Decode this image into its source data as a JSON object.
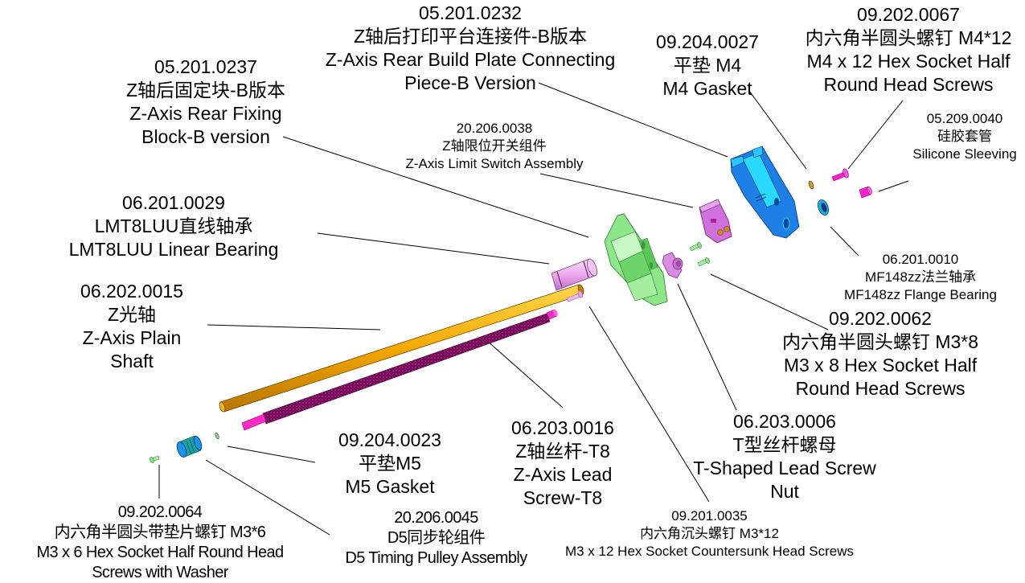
{
  "diagram_title": "",
  "colors": {
    "fixing_block": "#1e7fe6",
    "fixing_block_light": "#29d9ff",
    "connecting_piece": "#8ee68a",
    "limit_switch": "#d070dc",
    "bearing": "#eea8f0",
    "plain_shaft": "#f5a800",
    "lead_screw": "#7a0f5c",
    "lead_screw_tip": "#ff2ac8",
    "screw_magenta": "#ff1fd0",
    "screw_green": "#a8f0a8",
    "flange_bearing": "#22a8e0",
    "pulley": "#1e90e6",
    "gasket": "#c89020",
    "leader_line": "#000000"
  },
  "parts": [
    {
      "id": "p1",
      "code": "05.201.0232",
      "zh": "Z轴后打印平台连接件-B版本",
      "en": [
        "Z-Axis Rear Build Plate Connecting",
        "Piece-B Version"
      ]
    },
    {
      "id": "p2",
      "code": "09.204.0027",
      "zh": "平垫 M4",
      "en": [
        "M4 Gasket"
      ]
    },
    {
      "id": "p3",
      "code": "09.202.0067",
      "zh": "内六角半圆头螺钉 M4*12",
      "en": [
        "M4 x 12 Hex Socket Half",
        "Round Head Screws"
      ]
    },
    {
      "id": "p4",
      "code": "05.201.0237",
      "zh": "Z轴后固定块-B版本",
      "en": [
        "Z-Axis Rear Fixing",
        "Block-B version"
      ]
    },
    {
      "id": "p5",
      "code": "20.206.0038",
      "zh": "Z轴限位开关组件",
      "en": [
        "Z-Axis Limit Switch Assembly"
      ]
    },
    {
      "id": "p6",
      "code": "05.209.0040",
      "zh": "硅胶套管",
      "en": [
        "Silicone Sleeving"
      ]
    },
    {
      "id": "p7",
      "code": "06.201.0029",
      "zh": "LMT8LUU直线轴承",
      "en": [
        "LMT8LUU Linear Bearing"
      ]
    },
    {
      "id": "p8",
      "code": "06.201.0010",
      "zh": "MF148zz法兰轴承",
      "en": [
        "MF148zz Flange Bearing"
      ]
    },
    {
      "id": "p9",
      "code": "06.202.0015",
      "zh": "Z光轴",
      "en": [
        "Z-Axis Plain",
        "Shaft"
      ]
    },
    {
      "id": "p10",
      "code": "09.202.0062",
      "zh": "内六角半圆头螺钉 M3*8",
      "en": [
        "M3 x 8 Hex Socket Half",
        "Round Head Screws"
      ]
    },
    {
      "id": "p11",
      "code": "06.203.0016",
      "zh": "Z轴丝杆-T8",
      "en": [
        "Z-Axis Lead",
        "Screw-T8"
      ]
    },
    {
      "id": "p12",
      "code": "06.203.0006",
      "zh": "T型丝杆螺母",
      "en": [
        "T-Shaped Lead Screw",
        "Nut"
      ]
    },
    {
      "id": "p13",
      "code": "09.204.0023",
      "zh": "平垫M5",
      "en": [
        "M5 Gasket"
      ]
    },
    {
      "id": "p14",
      "code": "09.202.0064",
      "zh": "内六角半圆头带垫片螺钉 M3*6",
      "en": [
        "M3 x 6 Hex Socket Half Round Head",
        "Screws with Washer"
      ]
    },
    {
      "id": "p15",
      "code": "20.206.0045",
      "zh": "D5同步轮组件",
      "en": [
        "D5 Timing Pulley Assembly"
      ]
    },
    {
      "id": "p16",
      "code": "09.201.0035",
      "zh": "内六角沉头螺钉 M3*12",
      "en": [
        "M3 x 12 Hex Socket Countersunk Head Screws"
      ]
    }
  ]
}
